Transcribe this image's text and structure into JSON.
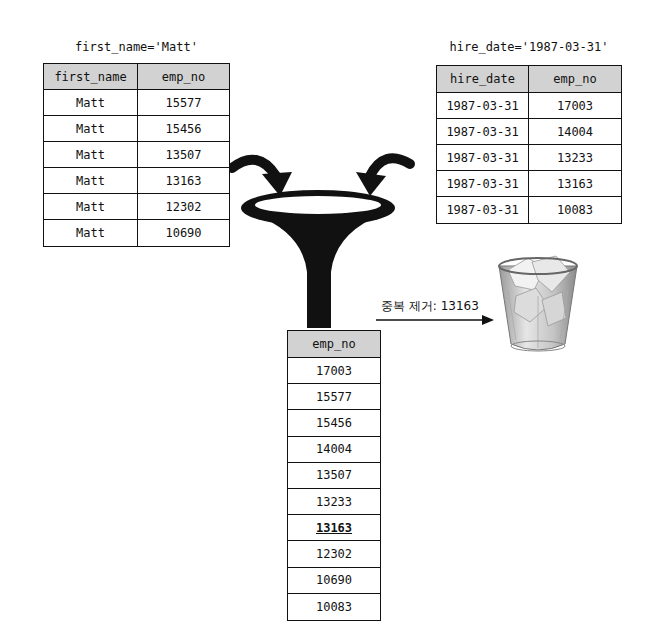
{
  "diagram": {
    "nodes": [
      {
        "text": [
          "first_name='Matt'",
          "first_name",
          "emp_no",
          "Matt",
          "15577",
          "Matt",
          "15456",
          "Matt",
          "13507",
          "Matt",
          "13163",
          "Matt",
          "12302",
          "Matt",
          "10690"
        ]
      },
      {
        "text": [
          "hire_date='1987-03-31'",
          "hire_date",
          "emp_no",
          "1987-03-31",
          "17003",
          "1987-03-31",
          "14004",
          "1987-03-31",
          "13233",
          "1987-03-31",
          "13163",
          "1987-03-31",
          "10083"
        ]
      },
      {
        "text": [
          "emp_no",
          "17003",
          "15577",
          "15456",
          "14004",
          "13507",
          "13233",
          "13163",
          "12302",
          "10690",
          "10083"
        ]
      }
    ],
    "labels": [
      "중복 제거: 13163"
    ]
  }
}
